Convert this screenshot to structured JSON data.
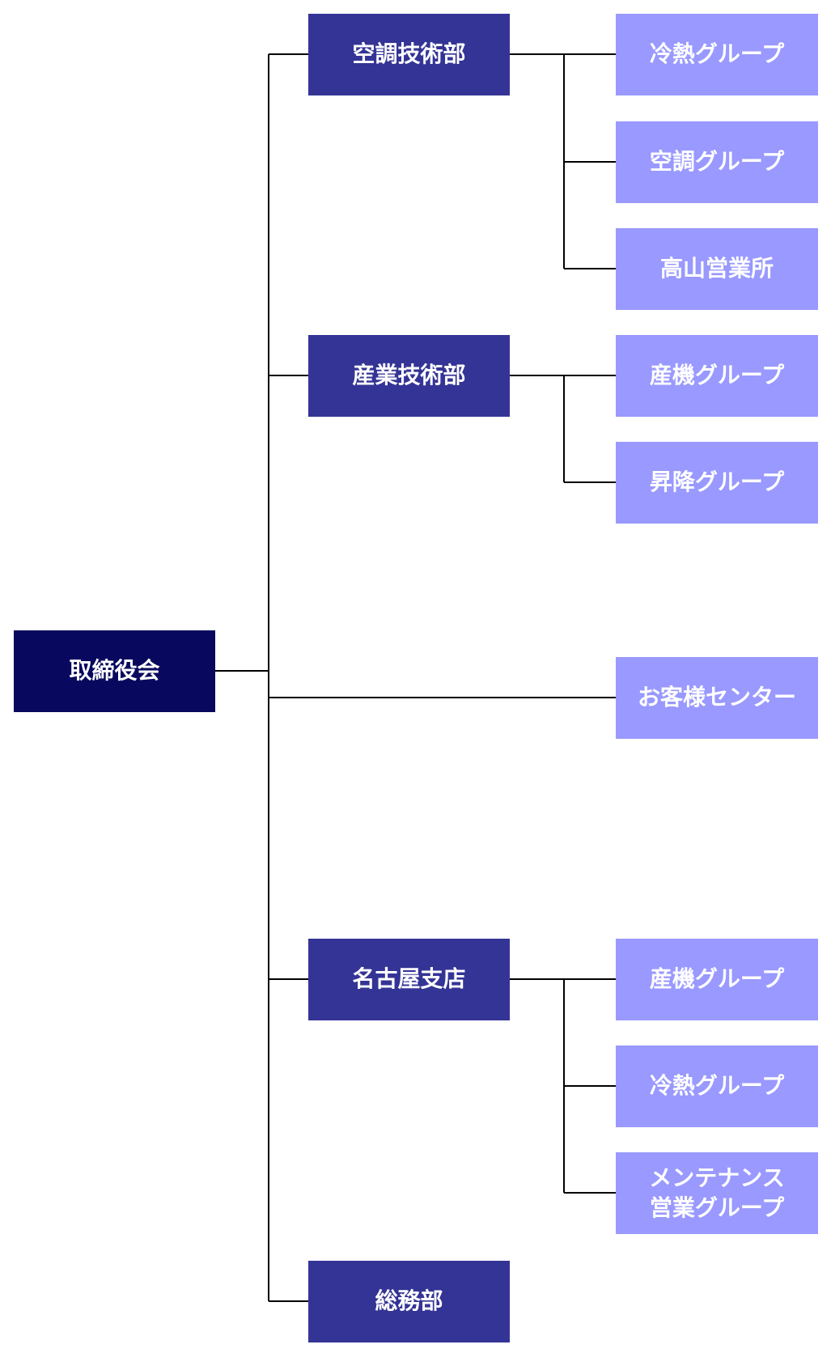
{
  "colors": {
    "root": "#08085e",
    "department": "#343496",
    "group": "#9999ff",
    "line": "#000000"
  },
  "root": {
    "label": "取締役会"
  },
  "departments": [
    {
      "label": "空調技術部"
    },
    {
      "label": "産業技術部"
    },
    {
      "label": "名古屋支店"
    },
    {
      "label": "総務部"
    }
  ],
  "groups": [
    {
      "label": "冷熱グループ",
      "parent": "空調技術部"
    },
    {
      "label": "空調グループ",
      "parent": "空調技術部"
    },
    {
      "label": "高山営業所",
      "parent": "空調技術部"
    },
    {
      "label": "産機グループ",
      "parent": "産業技術部"
    },
    {
      "label": "昇降グループ",
      "parent": "産業技術部"
    },
    {
      "label": "お客様センター",
      "parent": "取締役会"
    },
    {
      "label": "産機グループ",
      "parent": "名古屋支店"
    },
    {
      "label": "冷熱グループ",
      "parent": "名古屋支店"
    },
    {
      "label": "メンテナンス\n営業グループ",
      "parent": "名古屋支店"
    }
  ]
}
